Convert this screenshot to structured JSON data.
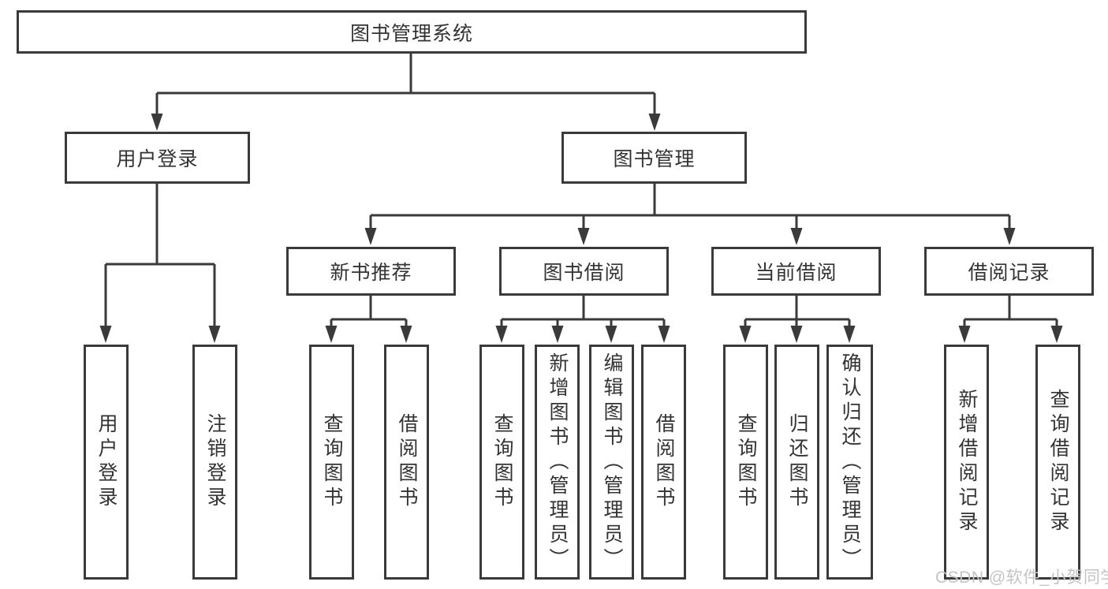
{
  "diagram": {
    "watermark": "CSDN @软件_小贺同学",
    "colors": {
      "line": "#3a3a3a",
      "border": "#3a3a3a",
      "text": "#333333",
      "background": "#ffffff",
      "watermark": "#c4c4c4"
    },
    "nodes": {
      "root": "图书管理系统",
      "level2": [
        "用户登录",
        "图书管理"
      ],
      "level3": [
        "新书推荐",
        "图书借阅",
        "当前借阅",
        "借阅记录"
      ],
      "user_login_children": [
        "用户登录",
        "注销登录"
      ],
      "new_book_children": [
        "查询图书",
        "借阅图书"
      ],
      "book_borrow_children": [
        "查询图书",
        "新增图书（管理员）",
        "编辑图书（管理员）",
        "借阅图书"
      ],
      "current_borrow_children": [
        "查询图书",
        "归还图书",
        "确认归还（管理员）"
      ],
      "borrow_record_children": [
        "新增借阅记录",
        "查询借阅记录"
      ]
    }
  }
}
